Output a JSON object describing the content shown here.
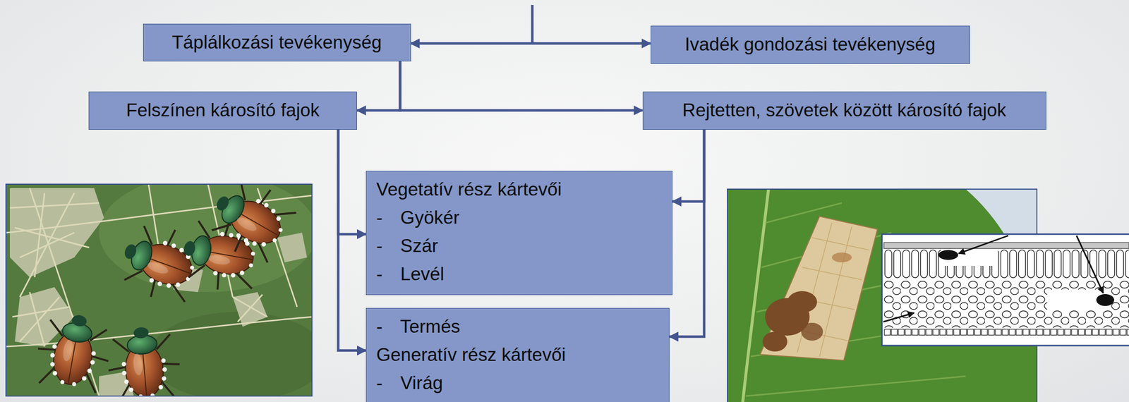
{
  "diagram": {
    "nodes": [
      {
        "text": [
          "Táplálkozási tevékenység"
        ]
      },
      {
        "text": [
          "Ivadék gondozási tevékenység"
        ]
      },
      {
        "text": [
          "Felszínen károsító fajok"
        ]
      },
      {
        "text": [
          "Rejtetten, szövetek között károsító fajok"
        ]
      },
      {
        "text": [
          "Vegetatív rész kártevői",
          "- Gyökér",
          "- Szár",
          "- Levél"
        ]
      },
      {
        "text": [
          "- Termés",
          "Generatív rész kártevői",
          "- Virág"
        ]
      }
    ],
    "edges": [
      {
        "from": 0,
        "to": 1,
        "arrow": "both"
      },
      {
        "from": 0,
        "to": 2,
        "arrow": "to"
      },
      {
        "from": 0,
        "to": 3,
        "arrow": "to"
      },
      {
        "from": 2,
        "to": 4,
        "arrow": "to"
      },
      {
        "from": 2,
        "to": 5,
        "arrow": "to"
      },
      {
        "from": 3,
        "to": 4,
        "arrow": "to"
      },
      {
        "from": 3,
        "to": 5,
        "arrow": "to"
      }
    ]
  }
}
